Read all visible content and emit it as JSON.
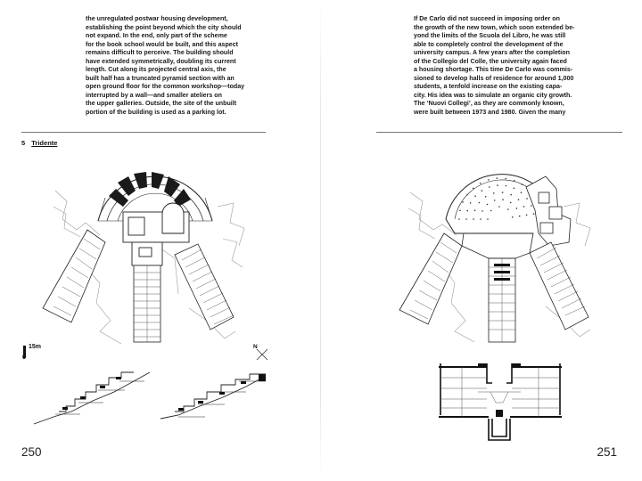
{
  "left_page": {
    "body_lines": [
      "the unregulated postwar housing development,",
      "establishing the point beyond which the city should",
      "not expand. In the end, only part of the scheme",
      "for the book school would be built, and this aspect",
      "remains difficult to perceive. The building should",
      "have extended symmetrically, doubling its current",
      "length. Cut along its projected central axis, the",
      "built half has a truncated pyramid section with an",
      "open ground floor for the common workshop—today",
      "interrupted by a wall—and smaller ateliers on",
      "the upper galleries. Outside, the site of the unbuilt",
      "portion of the building is used as a parking lot."
    ],
    "section_number": "5",
    "section_title": "Tridente",
    "scale_value": "15m",
    "scale_zero": "0",
    "north_label": "N",
    "page_number": "250"
  },
  "right_page": {
    "body_lines": [
      "If De Carlo did not succeed in imposing order on",
      "the growth of the new town, which soon extended be-",
      "yond the limits of the Scuola del Libro, he was still",
      "able to completely control the development of the",
      "university campus. A few years after the completion",
      "of the Collegio del Colle, the university again faced",
      "a housing shortage. This time De Carlo was commis-",
      "sioned to develop halls of residence for around 1,000",
      "students, a tenfold increase on the existing capa-",
      "city. His idea was to simulate an organic city growth.",
      "The ‘Nuovi Collegi’, as they are commonly known,",
      "were built between 1973 and 1980. Given the many"
    ],
    "page_number": "251"
  },
  "drawing_stroke": "#222222",
  "contour_stroke": "#9a9a9a"
}
